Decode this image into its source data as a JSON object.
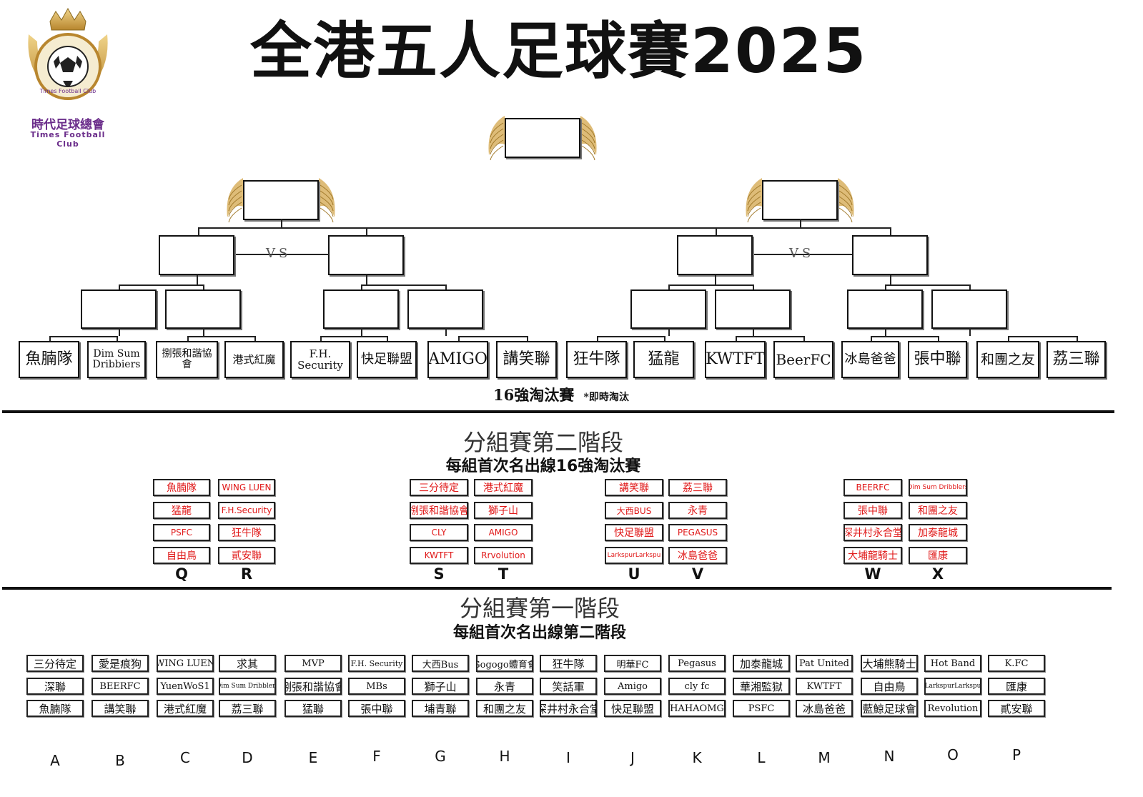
{
  "logo": {
    "name_zh": "時代足球總會",
    "name_en": "Times Football Club",
    "ring_text": "Times Football Club"
  },
  "title": "全港五人足球賽2025",
  "knockout": {
    "label": "16強淘汰賽",
    "note": "*即時淘汰",
    "vs": [
      "VS",
      "VS"
    ],
    "teams": [
      "魚腩隊",
      "Dim Sum Dribbiers",
      "捌張和諧協會",
      "港式紅魔",
      "F.H. Security",
      "快足聯盟",
      "AMIGO",
      "講笑聯",
      "狂牛隊",
      "猛龍",
      "KWTFT",
      "BeerFC",
      "冰島爸爸",
      "張中聯",
      "和團之友",
      "荔三聯"
    ]
  },
  "stage2": {
    "title": "分組賽第二階段",
    "subtitle": "每組首次名出線16強淘汰賽",
    "groups": [
      {
        "label": "Q",
        "teams": [
          "魚腩隊",
          "猛龍",
          "PSFC",
          "自由鳥"
        ]
      },
      {
        "label": "R",
        "teams": [
          "WING LUEN",
          "F.H.Security",
          "狂牛隊",
          "貳安聯"
        ]
      },
      {
        "label": "S",
        "teams": [
          "三分待定",
          "捌張和諧協會",
          "CLY",
          "KWTFT"
        ]
      },
      {
        "label": "T",
        "teams": [
          "港式紅魔",
          "獅子山",
          "AMIGO",
          "Rrvolution"
        ]
      },
      {
        "label": "U",
        "teams": [
          "講笑聯",
          "大西BUS",
          "快足聯盟",
          "LarkspurLarkspu"
        ]
      },
      {
        "label": "V",
        "teams": [
          "荔三聯",
          "永青",
          "PEGASUS",
          "冰島爸爸"
        ]
      },
      {
        "label": "W",
        "teams": [
          "BEERFC",
          "張中聯",
          "深井村永合堂",
          "大埔龍騎士"
        ]
      },
      {
        "label": "X",
        "teams": [
          "Dim Sum Dribblers",
          "和團之友",
          "加泰龍城",
          "匯康"
        ]
      }
    ]
  },
  "stage1": {
    "title": "分組賽第一階段",
    "subtitle": "每組首次名出線第二階段",
    "groups": [
      {
        "label": "A",
        "teams": [
          "三分待定",
          "深聯",
          "魚腩隊"
        ]
      },
      {
        "label": "B",
        "teams": [
          "愛是痕狗",
          "BEERFC",
          "講笑聯"
        ]
      },
      {
        "label": "C",
        "teams": [
          "WING LUEN",
          "YuenWoS1",
          "港式紅魔"
        ]
      },
      {
        "label": "D",
        "teams": [
          "求其",
          "Dim Sum Dribblers",
          "荔三聯"
        ]
      },
      {
        "label": "E",
        "teams": [
          "MVP",
          "捌張和諧協會",
          "猛聯"
        ]
      },
      {
        "label": "F",
        "teams": [
          "F.H. Security",
          "MBs",
          "張中聯"
        ]
      },
      {
        "label": "G",
        "teams": [
          "大西Bus",
          "獅子山",
          "埔青聯"
        ]
      },
      {
        "label": "H",
        "teams": [
          "Gogogo體育會",
          "永青",
          "和團之友"
        ]
      },
      {
        "label": "I",
        "teams": [
          "狂牛隊",
          "笑話軍",
          "深井村永合堂"
        ]
      },
      {
        "label": "J",
        "teams": [
          "明華FC",
          "Amigo",
          "快足聯盟"
        ]
      },
      {
        "label": "K",
        "teams": [
          "Pegasus",
          "cly fc",
          "HAHAOMG"
        ]
      },
      {
        "label": "L",
        "teams": [
          "加泰龍城",
          "華湘監獄",
          "PSFC"
        ]
      },
      {
        "label": "M",
        "teams": [
          "Pat United",
          "KWTFT",
          "冰島爸爸"
        ]
      },
      {
        "label": "N",
        "teams": [
          "大埔熊騎士",
          "自由鳥",
          "藍鯨足球會"
        ]
      },
      {
        "label": "O",
        "teams": [
          "Hot Band",
          "LarkspurLarkspu",
          "Revolution"
        ]
      },
      {
        "label": "P",
        "teams": [
          "K.FC",
          "匯康",
          "貳安聯"
        ]
      }
    ]
  },
  "colors": {
    "accent_red": "#e01818",
    "logo_purple": "#6a2c8a",
    "wing_gold": "#d8b060"
  }
}
